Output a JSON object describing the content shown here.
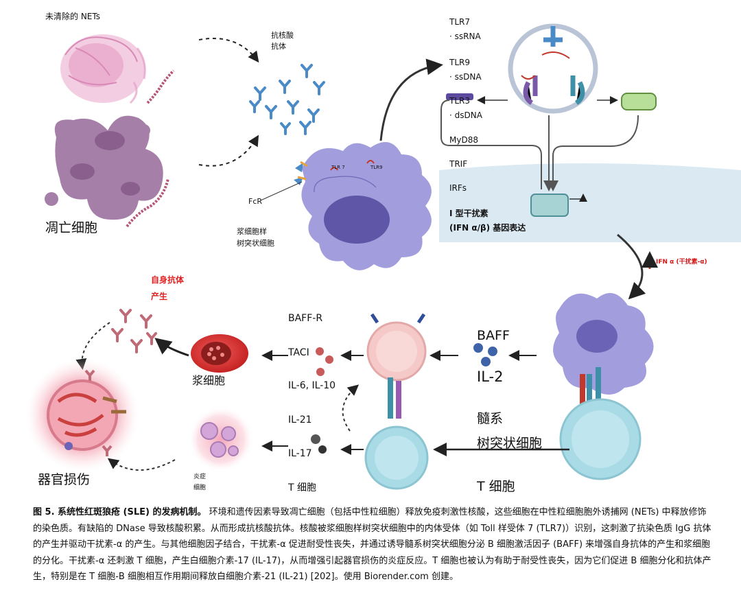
{
  "top_left": {
    "nets_label": "未清除的 NETs",
    "apoptotic_label": "凋亡细胞",
    "antibody_label_line1": "抗核酸",
    "antibody_label_line2": "抗体",
    "fcr_label": "FcR",
    "pdc_label_line1": "浆细胞样",
    "pdc_label_line2": "树突状细胞",
    "tlr7_small": "TLR 7",
    "tlr9_small": "TLR9"
  },
  "receptor_panel": {
    "tlr7": "TLR7",
    "tlr7_ligand": "· ssRNA",
    "tlr9": "TLR9",
    "tlr9_ligand": "· ssDNA",
    "tlr3": "TLR3",
    "tlr3_ligand": "· dsDNA",
    "myd88": "MyD88",
    "trif": "TRIF",
    "irfs": "IRFs",
    "ifn_line1": "I 型干扰素",
    "ifn_line2": "(IFN α/β) 基因表达",
    "ifn_arrow_label": "IFN α (干扰素-α)"
  },
  "bottom": {
    "autoantibody_line1": "自身抗体",
    "autoantibody_line2": "产生",
    "plasma_cell": "浆细胞",
    "organ_damage": "器官损伤",
    "inflammation_line1": "炎症",
    "inflammation_line2": "细胞",
    "baff_r": "BAFF-R",
    "taci": "TACI",
    "il6_il10": "IL-6, IL-10",
    "il21": "IL-21",
    "il17": "IL-17",
    "t_cell_left": "T 细胞",
    "baff": "BAFF",
    "il2": "IL-2",
    "myeloid_line1": "髓系",
    "myeloid_line2": "树突状细胞",
    "t_cell_right": "T 细胞"
  },
  "caption": {
    "title": "图 5. 系统性红斑狼疮 (SLE) 的发病机制。",
    "body": "环境和遗传因素导致凋亡细胞（包括中性粒细胞）释放免疫刺激性核酸，这些细胞在中性粒细胞胞外诱捕网 (NETs) 中释放修饰的染色质。有缺陷的 DNase 导致核酸积累。从而形成抗核酸抗体。核酸被浆细胞样树突状细胞中的内体受体（如 Toll 样受体 7 (TLR7)）识别，这刺激了抗染色质 IgG 抗体的产生并驱动干扰素-α 的产生。与其他细胞因子结合，干扰素-α 促进耐受性丧失，并通过诱导髓系树突状细胞分泌 B 细胞激活因子 (BAFF) 来增强自身抗体的产生和浆细胞的分化。干扰素-α 还刺激 T 细胞，产生白细胞介素-17 (IL-17)，从而增强引起器官损伤的炎症反应。T 细胞也被认为有助于耐受性丧失，因为它们促进 B 细胞分化和抗体产生，特别是在 T 细胞-B 细胞相互作用期间释放白细胞介素-21 (IL-21) [202]。使用 Biorender.com 创建。"
  },
  "colors": {
    "pdc_purple": "#9c97d8",
    "net_pink": "#e6a3c7",
    "apoptotic_purple": "#a27ba6",
    "b_cell_pink": "#f6c9c9",
    "t_cell_cyan": "#a9dbe6",
    "plasma_red": "#dd2f2f",
    "highlight_red": "#e02020",
    "nucleus_bg": "#dbe9f3"
  }
}
